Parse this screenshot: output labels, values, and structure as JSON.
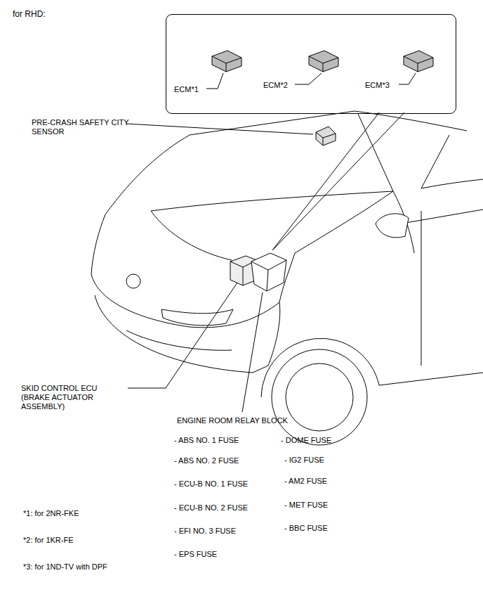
{
  "diagram": {
    "title": "for RHD:",
    "nodes": [
      {
        "text": [
          "ECM*1",
          "ECM*2",
          "ECM*3"
        ]
      }
    ],
    "labels": [
      "PRE-CRASH SAFETY CITY SENSOR",
      "SKID CONTROL ECU (BRAKE ACTUATOR ASSEMBLY)",
      "ENGINE ROOM RELAY BLOCK",
      "- ABS NO. 1 FUSE",
      "- ABS NO. 2 FUSE",
      "- ECU-B NO. 1 FUSE",
      "- ECU-B NO. 2 FUSE",
      "- EFI NO. 3 FUSE",
      "- EPS FUSE",
      "- DOME FUSE",
      "- IG2 FUSE",
      "- AM2 FUSE",
      "- MET FUSE",
      "- BBC FUSE",
      "*1: for 2NR-FKE",
      "*2: for 1KR-FE",
      "*3: for 1ND-TV with DPF"
    ]
  }
}
